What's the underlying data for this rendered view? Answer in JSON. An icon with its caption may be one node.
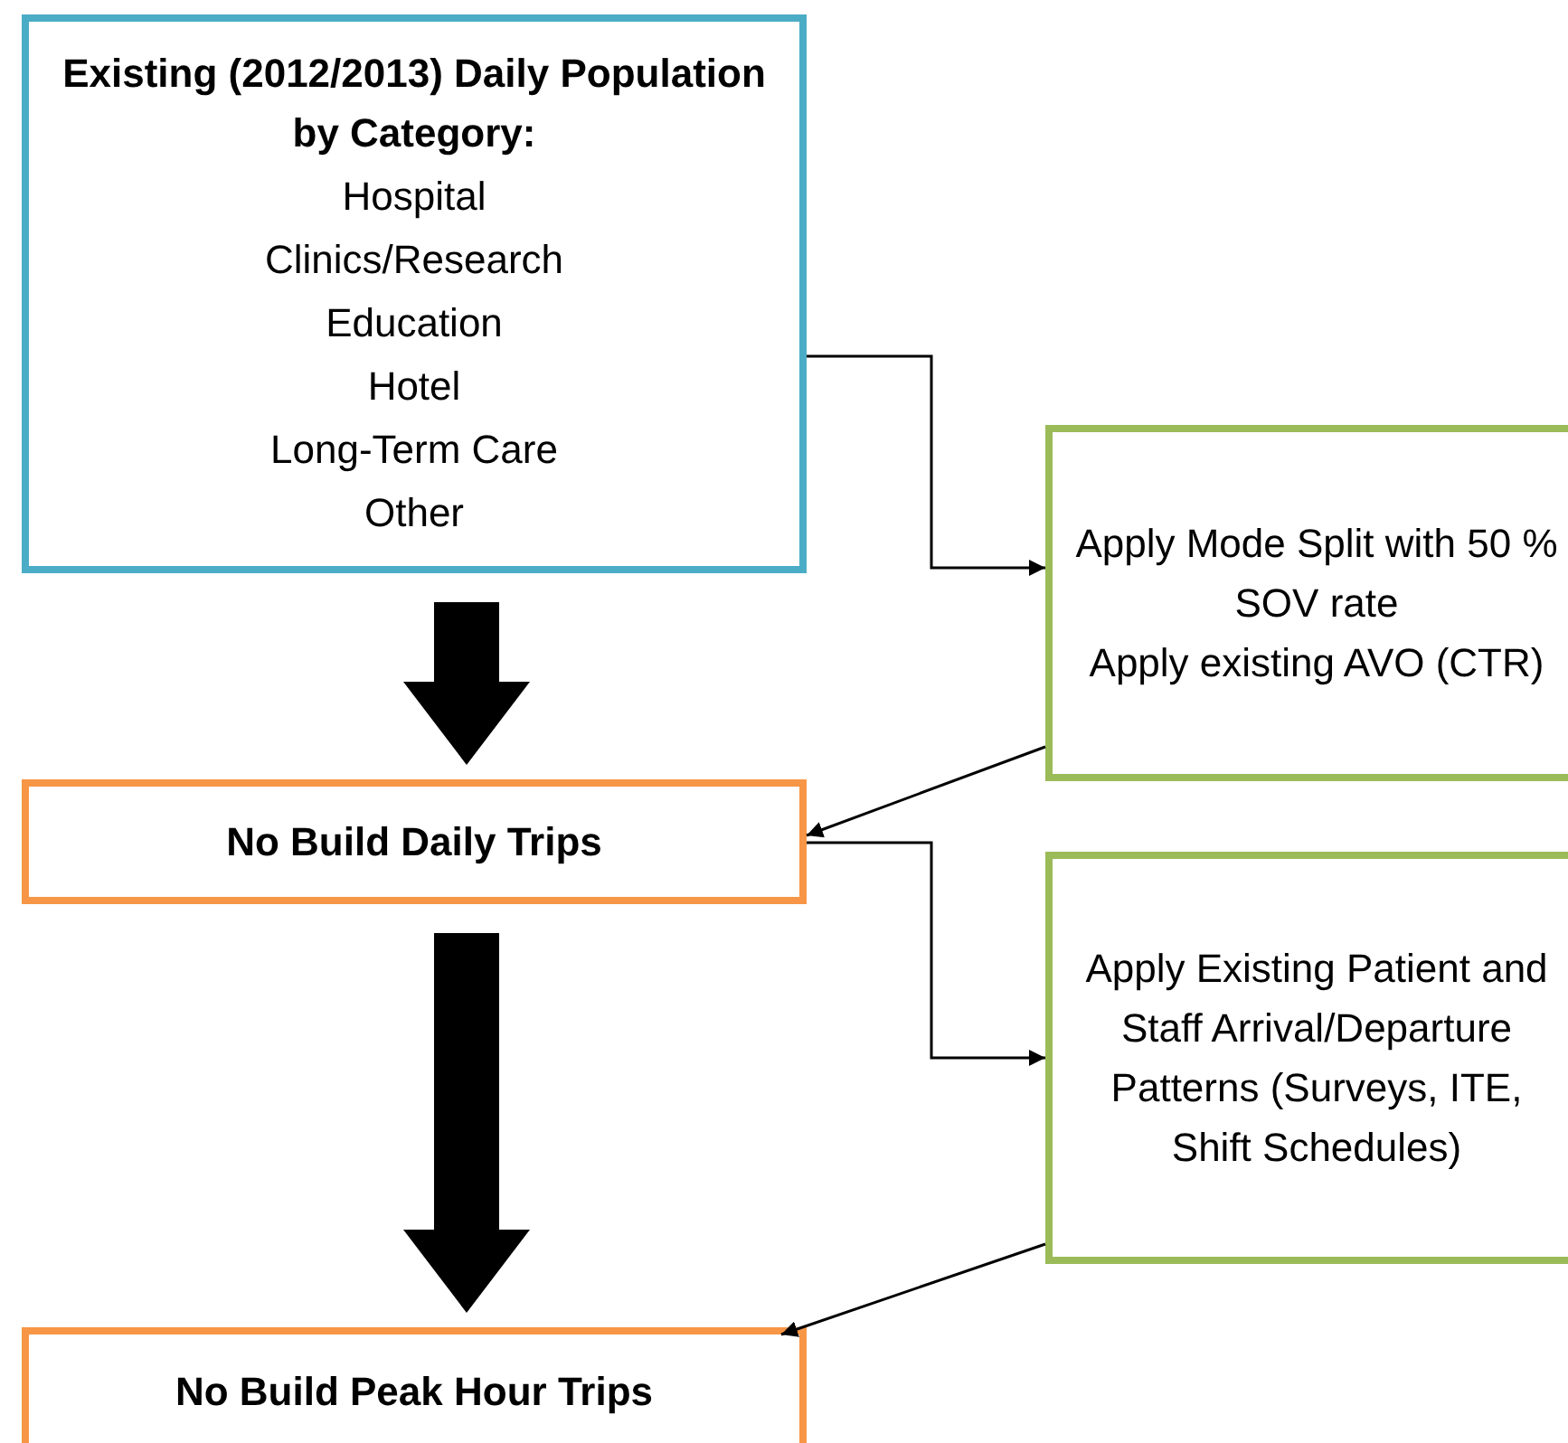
{
  "diagram": {
    "nodes": [
      {
        "text": [
          "Existing (2012/2013) Daily Population by Category:",
          "Hospital",
          "Clinics/Research",
          "Education",
          "Hotel",
          "Long-Term Care",
          "Other"
        ]
      },
      {
        "text": [
          "Apply Mode Split with 50 % SOV rate",
          "Apply existing AVO (CTR)"
        ]
      },
      {
        "text": [
          "No Build Daily Trips"
        ]
      },
      {
        "text": [
          "Apply Existing Patient and Staff Arrival/Departure Patterns (Surveys, ITE, Shift Schedules)"
        ]
      },
      {
        "text": [
          "No Build Peak Hour Trips"
        ]
      }
    ],
    "edges": [
      {
        "from": 0,
        "to": 1,
        "arrow": "to"
      },
      {
        "from": 1,
        "to": 2,
        "arrow": "to"
      },
      {
        "from": 0,
        "to": 2,
        "arrow": "to",
        "style": "thick"
      },
      {
        "from": 2,
        "to": 3,
        "arrow": "to"
      },
      {
        "from": 3,
        "to": 4,
        "arrow": "to"
      },
      {
        "from": 2,
        "to": 4,
        "arrow": "to",
        "style": "thick"
      }
    ]
  }
}
